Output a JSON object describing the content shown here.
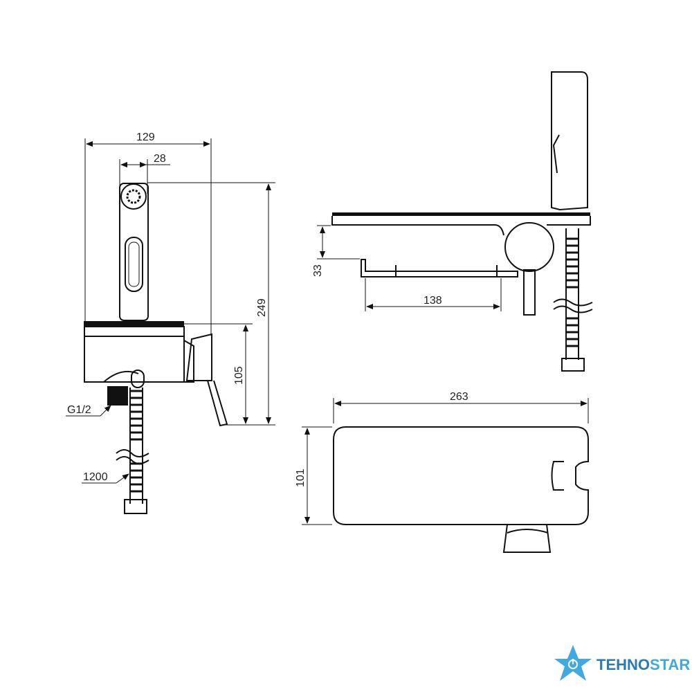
{
  "drawing": {
    "dimensions": {
      "width_overall": "129",
      "spray_width": "28",
      "height_overall": "249",
      "body_height": "105",
      "thread": "G1/2",
      "hose_length": "1200",
      "shelf_height": "33",
      "shelf_length": "138",
      "length_overall": "263",
      "depth": "101"
    }
  },
  "logo": {
    "part1": "TEHNO",
    "part2": "STAR",
    "color_dark": "#2a7ab8",
    "color_light": "#3fa9e0"
  }
}
